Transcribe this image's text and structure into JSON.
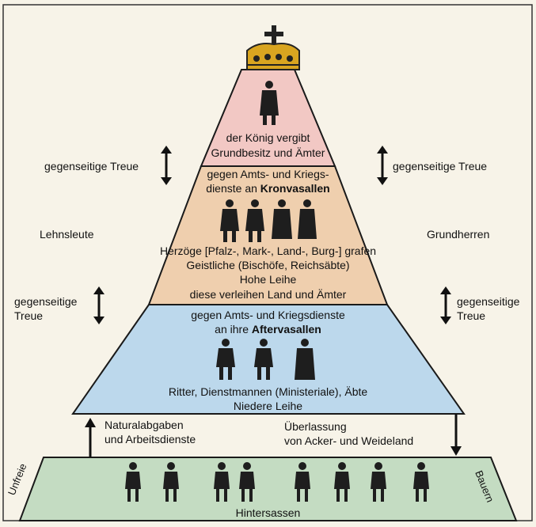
{
  "colors": {
    "background": "#f7f3e8",
    "tier_top": "#f2c8c4",
    "tier_upper": "#efcfae",
    "tier_middle": "#bcd8ec",
    "tier_bottom": "#c4dcc2",
    "crown": "#d9a520",
    "outline": "#1a1a1a"
  },
  "top": {
    "line1": "der König vergibt",
    "line2": "Grundbesitz und Ämter",
    "line3": "gegen Amts- und Kriegs-",
    "line4_prefix": "dienste an ",
    "line4_bold": "Kronvasallen"
  },
  "upper": {
    "line1": "Herzöge [Pfalz-, Mark-, Land-, Burg-] grafen",
    "line2": "Geistliche (Bischöfe, Reichsäbte)",
    "line3": "Hohe Leihe",
    "line4": "diese verleihen Land und Ämter"
  },
  "middle": {
    "line1": "gegen Amts- und Kriegsdienste",
    "line2_prefix": "an ihre ",
    "line2_bold": "Aftervasallen",
    "line3": "Ritter, Dienstmannen (Ministeriale), Äbte",
    "line4": "Niedere Leihe"
  },
  "side": {
    "treue_left_1": "gegenseitige Treue",
    "treue_right_1": "gegenseitige Treue",
    "lehnsleute": "Lehnsleute",
    "grundherren": "Grundherren",
    "treue_left_2a": "gegenseitige",
    "treue_left_2b": "Treue",
    "treue_right_2a": "gegenseitige",
    "treue_right_2b": "Treue"
  },
  "flows": {
    "up_line1": "Naturalabgaben",
    "up_line2": "und Arbeitsdienste",
    "down_line1": "Überlassung",
    "down_line2": "von Acker- und Weideland"
  },
  "base": {
    "left_vertical": "Unfreie",
    "right_vertical": "Bauern",
    "title": "Hintersassen"
  },
  "icons": [
    "crown-icon",
    "king-figure-icon",
    "kronvasall-figure-icon",
    "aftervasall-figure-icon",
    "peasant-figure-icon",
    "double-arrow-icon"
  ]
}
